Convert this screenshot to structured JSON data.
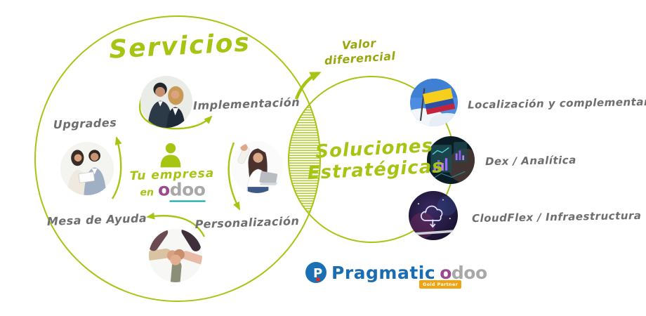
{
  "colors": {
    "circle_green": "#a6c513",
    "valor_olive": "#99a60c",
    "label_gray": "#6e6e6e",
    "odoo_purple": "#9c4a8f",
    "odoo_gray": "#a8a8a8",
    "odoo_underline_teal": "#00a5a0",
    "pragmatic_blue": "#1a6db3",
    "badge_orange": "#f0a412"
  },
  "left_circle": {
    "title": "Servicios",
    "center": {
      "line1": "Tu empresa",
      "prefix": "en",
      "brand_first": "o",
      "brand_rest": "doo"
    },
    "items": [
      {
        "id": "implementacion",
        "label": "Implementación",
        "photo": "business-team-photo"
      },
      {
        "id": "upgrades",
        "label": "Upgrades",
        "photo": "tablet-review-photo"
      },
      {
        "id": "mesa-de-ayuda",
        "label": "Mesa de Ayuda",
        "photo": "hands-together-photo"
      },
      {
        "id": "personalizacion",
        "label": "Personalización",
        "photo": "woman-laptop-photo"
      }
    ]
  },
  "intersection": {
    "line1": "Valor",
    "line2": "diferencial"
  },
  "right_circle": {
    "title_line1": "Soluciones",
    "title_line2": "Estratégicas",
    "items": [
      {
        "id": "localizacion",
        "label": "Localización y complementarios",
        "photo": "colombia-flag-photo"
      },
      {
        "id": "dex",
        "label": "Dex / Analítica",
        "photo": "analytics-dashboard-photo"
      },
      {
        "id": "cloudflex",
        "label": "CloudFlex / Infraestructura",
        "photo": "cloud-tech-photo"
      }
    ]
  },
  "footer": {
    "brand": "Pragmatic",
    "icon_letter": "P",
    "partner_first": "o",
    "partner_rest": "doo",
    "badge": "Gold Partner"
  }
}
